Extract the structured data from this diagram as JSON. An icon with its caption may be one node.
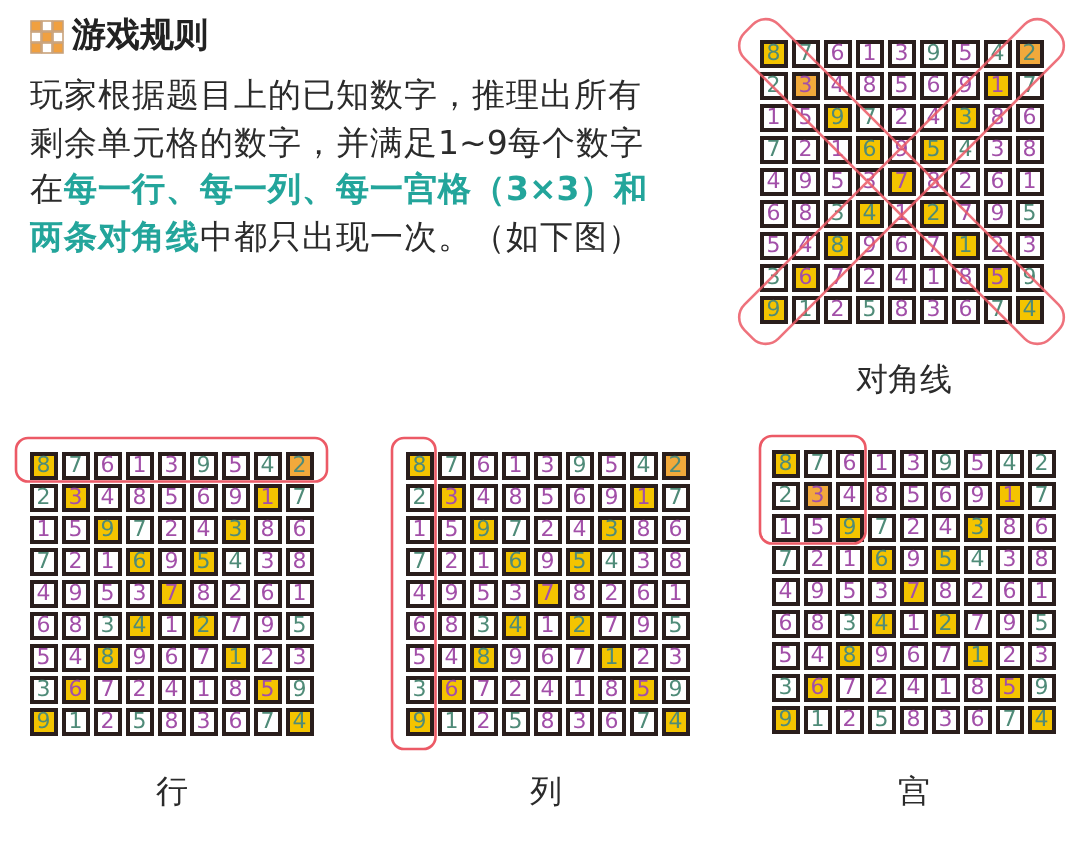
{
  "diagram": {
    "title": "游戏规则",
    "labels": [
      "玩家根据题目上的已知数字，推理出所有剩余单元格的数字，并满足1~9每个数字在**每一行、每一列、每一宫格（3×3）和两条对角线**中都只出现一次。（如下图）",
      "8",
      "7",
      "6",
      "1",
      "3",
      "9",
      "5",
      "4",
      "2",
      "2",
      "3",
      "4",
      "8",
      "5",
      "6",
      "9",
      "1",
      "7",
      "1",
      "5",
      "9",
      "7",
      "2",
      "4",
      "3",
      "8",
      "6",
      "7",
      "2",
      "1",
      "6",
      "9",
      "5",
      "4",
      "3",
      "8",
      "4",
      "9",
      "5",
      "3",
      "7",
      "8",
      "2",
      "6",
      "1",
      "6",
      "8",
      "3",
      "4",
      "1",
      "2",
      "7",
      "9",
      "5",
      "5",
      "4",
      "8",
      "9",
      "6",
      "7",
      "1",
      "2",
      "3",
      "3",
      "6",
      "7",
      "2",
      "4",
      "1",
      "8",
      "5",
      "9",
      "9",
      "1",
      "2",
      "5",
      "8",
      "3",
      "6",
      "7",
      "4",
      "对角线",
      "8",
      "7",
      "6",
      "1",
      "3",
      "9",
      "5",
      "4",
      "2",
      "2",
      "3",
      "4",
      "8",
      "5",
      "6",
      "9",
      "1",
      "7",
      "1",
      "5",
      "9",
      "7",
      "2",
      "4",
      "3",
      "8",
      "6",
      "7",
      "2",
      "1",
      "6",
      "9",
      "5",
      "4",
      "3",
      "8",
      "4",
      "9",
      "5",
      "3",
      "7",
      "8",
      "2",
      "6",
      "1",
      "6",
      "8",
      "3",
      "4",
      "1",
      "2",
      "7",
      "9",
      "5",
      "5",
      "4",
      "8",
      "9",
      "6",
      "7",
      "1",
      "2",
      "3",
      "3",
      "6",
      "7",
      "2",
      "4",
      "1",
      "8",
      "5",
      "9",
      "9",
      "1",
      "2",
      "5",
      "8",
      "3",
      "6",
      "7",
      "4",
      "8",
      "7",
      "6",
      "1",
      "3",
      "9",
      "5",
      "4",
      "2",
      "2",
      "3",
      "4",
      "8",
      "5",
      "6",
      "9",
      "1",
      "7",
      "1",
      "5",
      "9",
      "7",
      "2",
      "4",
      "3",
      "8",
      "6",
      "7",
      "2",
      "1",
      "6",
      "9",
      "5",
      "4",
      "3",
      "8",
      "4",
      "9",
      "5",
      "3",
      "7",
      "8",
      "2",
      "6",
      "1",
      "6",
      "8",
      "3",
      "4",
      "1",
      "2",
      "7",
      "9",
      "5",
      "5",
      "4",
      "8",
      "9",
      "6",
      "7",
      "1",
      "2",
      "3",
      "3",
      "6",
      "7",
      "2",
      "4",
      "1",
      "8",
      "5",
      "9",
      "9",
      "1",
      "2",
      "5",
      "8",
      "3",
      "6",
      "7",
      "4",
      "8",
      "7",
      "6",
      "1",
      "3",
      "9",
      "5",
      "4",
      "2",
      "2",
      "3",
      "4",
      "8",
      "5",
      "6",
      "9",
      "1",
      "7",
      "1",
      "5",
      "9",
      "7",
      "2",
      "4",
      "3",
      "8",
      "6",
      "7",
      "2",
      "1",
      "6",
      "9",
      "5",
      "4",
      "3",
      "8",
      "4",
      "9",
      "5",
      "3",
      "7",
      "8",
      "2",
      "6",
      "1",
      "6",
      "8",
      "3",
      "4",
      "1",
      "2",
      "7",
      "9",
      "5",
      "5",
      "4",
      "8",
      "9",
      "6",
      "7",
      "1",
      "2",
      "3",
      "3",
      "6",
      "7",
      "2",
      "4",
      "1",
      "8",
      "5",
      "9",
      "9",
      "1",
      "2",
      "5",
      "8",
      "3",
      "6",
      "7",
      "4",
      "行",
      "列",
      "宫"
    ]
  }
}
